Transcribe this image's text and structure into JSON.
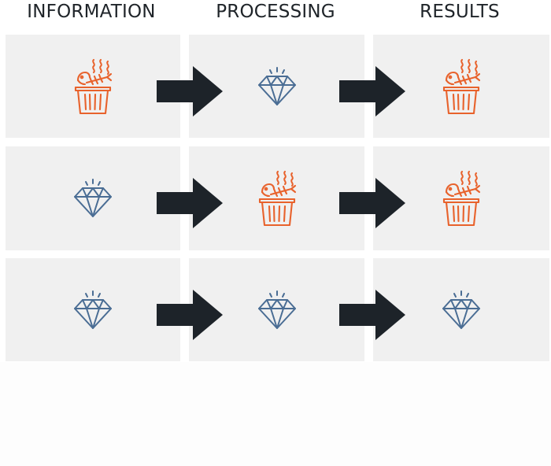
{
  "headers": {
    "information": "INFORMATION",
    "processing": "PROCESSING",
    "results": "RESULTS"
  },
  "colors": {
    "trash": "#e8622c",
    "diamond": "#4a6d94",
    "arrow": "#1d2329",
    "cell_bg": "#f0f0f0",
    "text": "#1f2429"
  },
  "rows": [
    {
      "information": "trash-icon",
      "processing": "diamond-icon",
      "results": "trash-icon"
    },
    {
      "information": "diamond-icon",
      "processing": "trash-icon",
      "results": "trash-icon"
    },
    {
      "information": "diamond-icon",
      "processing": "diamond-icon",
      "results": "diamond-icon"
    }
  ]
}
